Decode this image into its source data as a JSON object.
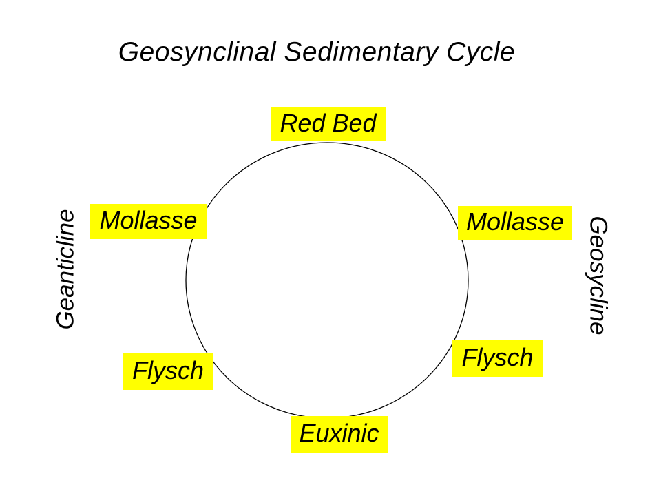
{
  "title": "Geosynclinal Sedimentary Cycle",
  "colors": {
    "highlight": "#FFFF00",
    "text": "#000000",
    "background": "#FFFFFF",
    "circle_stroke": "#000000"
  },
  "diagram": {
    "shape": "cycle-circle",
    "cycle_labels": [
      {
        "text": "Red Bed",
        "position": "top"
      },
      {
        "text": "Mollasse",
        "position": "upper-left"
      },
      {
        "text": "Mollasse",
        "position": "upper-right"
      },
      {
        "text": "Flysch",
        "position": "lower-left"
      },
      {
        "text": "Flysch",
        "position": "lower-right"
      },
      {
        "text": "Euxinic",
        "position": "bottom"
      }
    ],
    "side_labels": [
      {
        "text": "Geanticline",
        "side": "left"
      },
      {
        "text": "Geosycline",
        "side": "right"
      }
    ]
  }
}
